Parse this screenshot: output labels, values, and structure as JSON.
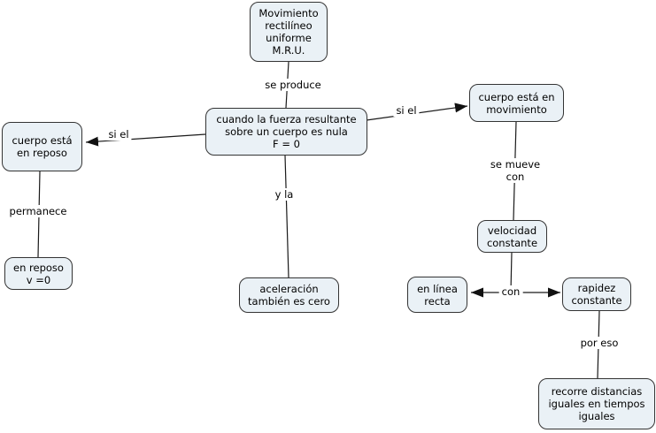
{
  "diagram": {
    "type": "concept-map",
    "topic": "Movimiento rectilíneo uniforme M.R.U.",
    "colors": {
      "node_fill": "#eaf1f6",
      "node_border": "#343434",
      "line": "#1a1a1a",
      "text": "#000000",
      "background": "#ffffff"
    },
    "nodes": {
      "mru": {
        "text": "Movimiento\nrectilíneo\nuniforme\nM.R.U."
      },
      "central": {
        "text": "cuando la fuerza resultante\nsobre un cuerpo es nula\nF = 0"
      },
      "reposo": {
        "text": "cuerpo está\nen reposo"
      },
      "en_reposo_v0": {
        "text": "en reposo\nv =0"
      },
      "aceleracion": {
        "text": "aceleración\ntambién es cero"
      },
      "movimiento": {
        "text": "cuerpo está en\nmovimiento"
      },
      "velocidad": {
        "text": "velocidad\nconstante"
      },
      "linea_recta": {
        "text": "en línea\nrecta"
      },
      "rapidez": {
        "text": "rapidez\nconstante"
      },
      "recorre": {
        "text": "recorre distancias\niguales en tiempos\niguales"
      }
    },
    "links": {
      "se_produce": {
        "text": "se produce"
      },
      "si_el_left": {
        "text": "si el"
      },
      "si_el_right": {
        "text": "si el"
      },
      "permanece": {
        "text": "permanece"
      },
      "y_la": {
        "text": "y la"
      },
      "se_mueve_con": {
        "text": "se mueve\ncon"
      },
      "con": {
        "text": "con"
      },
      "por_eso": {
        "text": "por eso"
      }
    },
    "edges": [
      {
        "from": "mru",
        "phrase": "se produce",
        "to": "central",
        "arrow": false
      },
      {
        "from": "central",
        "phrase": "si el",
        "to": "reposo",
        "arrow": true
      },
      {
        "from": "central",
        "phrase": "si el",
        "to": "movimiento",
        "arrow": true
      },
      {
        "from": "central",
        "phrase": "y la",
        "to": "aceleracion",
        "arrow": false
      },
      {
        "from": "reposo",
        "phrase": "permanece",
        "to": "en_reposo_v0",
        "arrow": false
      },
      {
        "from": "movimiento",
        "phrase": "se mueve con",
        "to": "velocidad",
        "arrow": false
      },
      {
        "from": "velocidad",
        "phrase": "con",
        "to": "linea_recta",
        "arrow": true
      },
      {
        "from": "velocidad",
        "phrase": "con",
        "to": "rapidez",
        "arrow": true
      },
      {
        "from": "rapidez",
        "phrase": "por eso",
        "to": "recorre",
        "arrow": false
      }
    ]
  }
}
